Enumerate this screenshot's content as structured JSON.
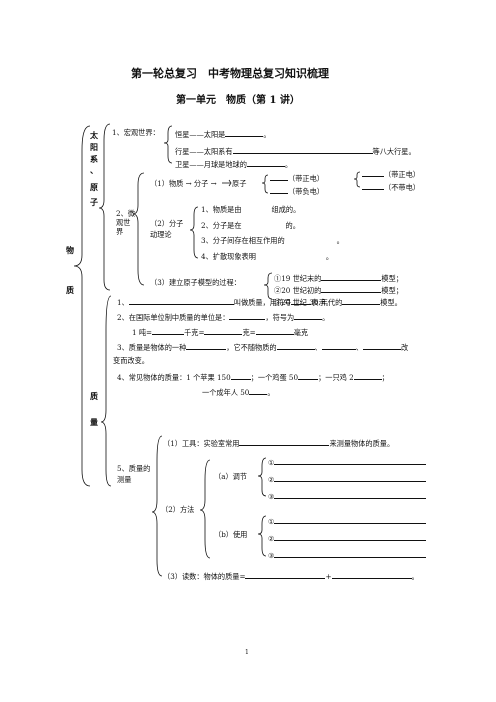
{
  "title": "第一轮总复习　中考物理总复习知识梳理",
  "subtitle": "第一单元　物质（第 1 讲）",
  "side": {
    "root": "物　质",
    "taiyang": [
      "太",
      "阳",
      "系",
      "、",
      "原",
      "子"
    ],
    "zhiliang": [
      "质",
      "量"
    ]
  },
  "macro": {
    "label": "1、宏观世界：",
    "line1": "恒星——太阳是",
    "line1_end": "。",
    "line2": "行星——太阳系有",
    "line2_end": "等八大行星。",
    "line3": "卫星——月球是地球的",
    "line3_end": "。"
  },
  "micro": {
    "label": "2、微观世界",
    "matter": "（1）物质 → 分子 →",
    "atom": "原子",
    "pos": "（带正电）",
    "neg": "（带负电）",
    "pos2": "（带正电）",
    "neutral": "（不带电）",
    "theory_label": "（2）分子动理论",
    "t1": "1、物质是由",
    "t1_end": "组成的。",
    "t2": "2、分子是在",
    "t2_end": "的。",
    "t3": "3、分子间存在相互作用的",
    "t3_end": "。",
    "t4": "4、扩散现象表明",
    "t4_end": "。",
    "model_label": "（3）建立原子模型的过程：",
    "m1": "①19 世纪末的",
    "m1_end": "模型；",
    "m2": "②20 世纪初的",
    "m2_end": "模型；",
    "m3": "③20 世纪 30 年代的",
    "m3_end": "模型。"
  },
  "mass": {
    "q1": "1、",
    "q1_mid": "叫做质量，用符号",
    "q1_end": "表示。",
    "q2": "2、在国际单位制中质量的单位是：",
    "q2_mid": "，符号为",
    "q2_end": "。",
    "unit_a": "1 吨=",
    "unit_b": "千克=",
    "unit_c": "克=",
    "unit_d": "毫克",
    "q3": "3、质量是物体的一种",
    "q3_mid": "，它不随物质的",
    "q3_sep1": "、",
    "q3_sep2": "、",
    "q3_end": "改",
    "q3_line2": "变而改变。",
    "q4": "4、常见物体的质量：1 个苹果 150",
    "q4_a": "；一个鸡蛋 50",
    "q4_b": "；一只鸡 2",
    "q4_c": "；",
    "q4_line2": "一个成年人 50",
    "q4_line2_end": "。",
    "measure_label": "5、质量的测量",
    "tool": "（1）工具：实验室常用",
    "tool_end": "来测量物体的质量。",
    "method": "（2）方法",
    "adjust": "（a）调节",
    "use": "（b）使用",
    "n1": "①",
    "n2": "②",
    "n3": "③",
    "read": "（3）读数：物体的质量=",
    "read_plus": "+",
    "read_end": "。"
  },
  "page_number": "1"
}
